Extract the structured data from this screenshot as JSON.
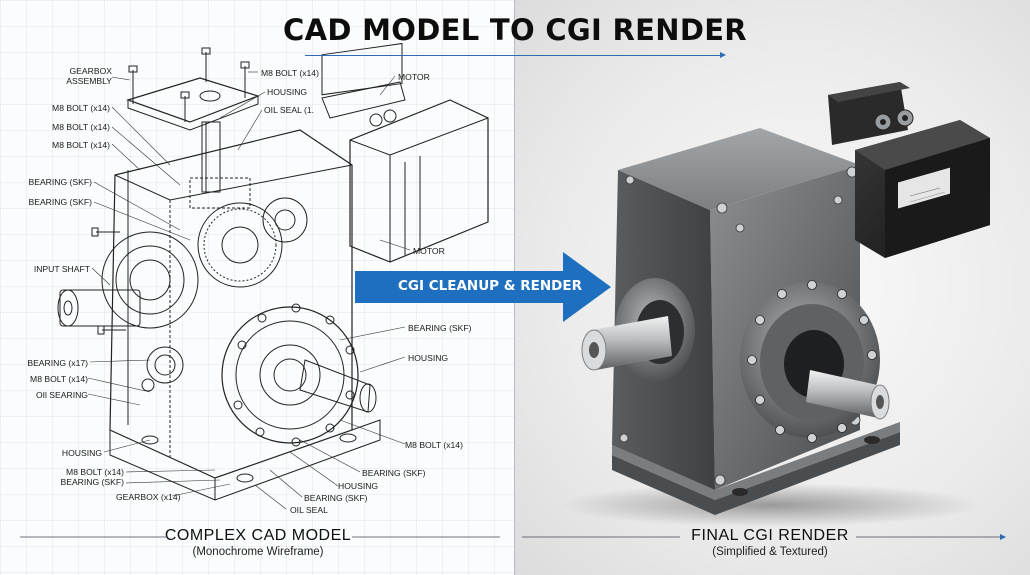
{
  "title": "CAD MODEL TO CGI RENDER",
  "arrow_label": "CGI CLEANUP & RENDER",
  "left_caption": {
    "title": "COMPLEX CAD MODEL",
    "subtitle": "(Monochrome Wireframe)"
  },
  "right_caption": {
    "title": "FINAL CGI RENDER",
    "subtitle": "(Simplified & Textured)"
  },
  "labels": {
    "gearbox_assembly": "GEARBOX\nASSEMBLY",
    "m8_bolt_top": "M8 BOLT (x14)",
    "housing_top": "HOUSING",
    "oil_seal_top": "OIL SEAL (1.",
    "motor_top": "MOTOR",
    "m8_bolt_1": "M8 BOLT (x14)",
    "m8_bolt_2": "M8 BOLT (x14)",
    "m8_bolt_3": "M8 BOLT (x14)",
    "bearing_skf_1": "BEARING (SKF)",
    "bearing_skf_2": "BEARING (SKF)",
    "motor_mid": "MOTOR",
    "input_shaft": "INPUT SHAFT",
    "bearing_skf_right": "BEARING (SKF)",
    "housing_right": "HOUSING",
    "bearing_x17": "BEARING (x17)",
    "m8_bolt_left": "M8 BOLT (x14)",
    "oil_searing": "OIl SEARING",
    "m8_bolt_right": "M8 BOLT (x14)",
    "housing_left": "HOUSING",
    "bearing_skf_br": "BEARING (SKF)",
    "m8_bolt_bl": "M8 BOLT (x14)",
    "bearing_skf_bl": "BEARING (SKF)",
    "housing_bottom": "HOUSING",
    "gearbox_x14": "GEARBOX (x14)",
    "bearing_skf_bottom": "BEARING (SKF)",
    "oil_seal_bottom": "OIL SEAL"
  },
  "colors": {
    "accent_blue": "#1f6fc0",
    "title_text": "#0d0d0d",
    "metal": "#6f7275",
    "motor_black": "#1c1c1c"
  }
}
